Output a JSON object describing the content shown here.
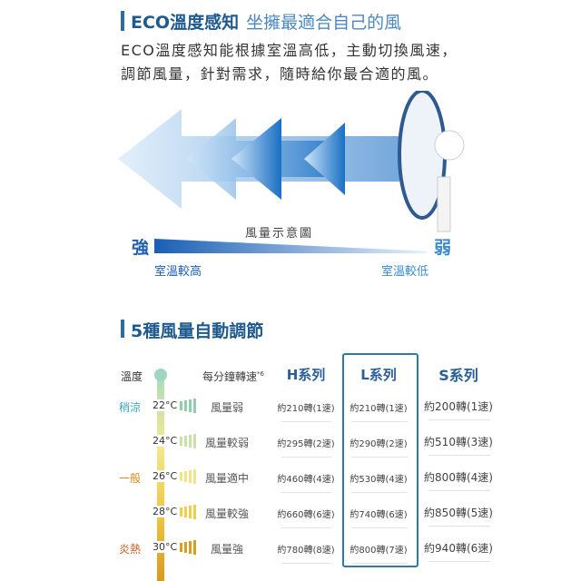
{
  "section1": {
    "title": "ECO溫度感知",
    "subtitle": "坐擁最適合自己的風",
    "line1": "ECO溫度感知能根據室溫高低，主動切換風速，",
    "line2": "調節風量，針對需求，隨時給你最合適的風。"
  },
  "scale": {
    "caption": "風量示意圖",
    "strong": "強",
    "weak": "弱",
    "high": "室溫較高",
    "low": "室溫較低"
  },
  "section2": {
    "title": "5種風量自動調節"
  },
  "table": {
    "headers": {
      "temp": "溫度",
      "rpm": "每分鐘轉速",
      "note": "*6",
      "h": "H系列",
      "l": "L系列",
      "s": "S系列"
    },
    "rows": [
      {
        "feel": "稍涼",
        "feel_color": "#3aa6b0",
        "temp": "22°C",
        "wind": "風量弱",
        "h": "約210轉(1速)",
        "l": "約210轉(1速)",
        "s": "約200轉(1速)",
        "bar": "#8fcfb0"
      },
      {
        "feel": "",
        "feel_color": "#333",
        "temp": "24°C",
        "wind": "風量較弱",
        "h": "約295轉(2速)",
        "l": "約290轉(2速)",
        "s": "約510轉(3速)",
        "bar": "#c9e2a8"
      },
      {
        "feel": "一般",
        "feel_color": "#d48a1a",
        "temp": "26°C",
        "wind": "風量適中",
        "h": "約460轉(4速)",
        "l": "約530轉(4速)",
        "s": "約800轉(4速)",
        "bar": "#f1e58a"
      },
      {
        "feel": "",
        "feel_color": "#333",
        "temp": "28°C",
        "wind": "風量較強",
        "h": "約660轉(6速)",
        "l": "約740轉(6速)",
        "s": "約850轉(5速)",
        "bar": "#f0cf4a"
      },
      {
        "feel": "炎熱",
        "feel_color": "#c9591a",
        "temp": "30°C",
        "wind": "風量強",
        "h": "約780轉(8速)",
        "l": "約800轉(7速)",
        "s": "約940轉(6速)",
        "bar": "#d9a020"
      }
    ]
  }
}
